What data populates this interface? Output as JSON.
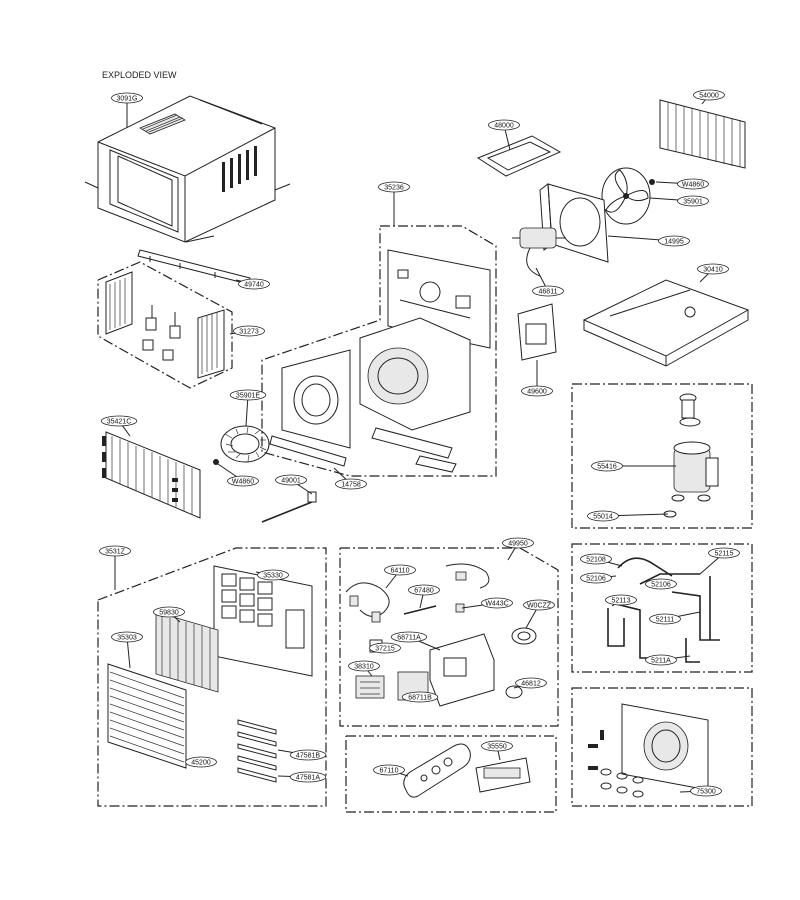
{
  "diagram": {
    "header": "EXPLODED VIEW",
    "parts": [
      {
        "id": "p1",
        "label": "3091G"
      },
      {
        "id": "p2",
        "label": "49740"
      },
      {
        "id": "p3",
        "label": "31273"
      },
      {
        "id": "p4",
        "label": "35421C"
      },
      {
        "id": "p5",
        "label": "35901E"
      },
      {
        "id": "p6",
        "label": "W4860"
      },
      {
        "id": "p7",
        "label": "49001"
      },
      {
        "id": "p8",
        "label": "14758"
      },
      {
        "id": "p9",
        "label": "35236"
      },
      {
        "id": "p10",
        "label": "48000"
      },
      {
        "id": "p11",
        "label": "54000"
      },
      {
        "id": "p12",
        "label": "W4860"
      },
      {
        "id": "p13",
        "label": "35901"
      },
      {
        "id": "p14",
        "label": "14995"
      },
      {
        "id": "p15",
        "label": "46811"
      },
      {
        "id": "p16",
        "label": "30410"
      },
      {
        "id": "p17",
        "label": "49600"
      },
      {
        "id": "p18",
        "label": "55416"
      },
      {
        "id": "p19",
        "label": "55014"
      },
      {
        "id": "p20",
        "label": "3531Z"
      },
      {
        "id": "p21",
        "label": "35330"
      },
      {
        "id": "p22",
        "label": "59830"
      },
      {
        "id": "p23",
        "label": "35303"
      },
      {
        "id": "p24",
        "label": "45200"
      },
      {
        "id": "p25",
        "label": "47581B"
      },
      {
        "id": "p26",
        "label": "47581A"
      },
      {
        "id": "p27",
        "label": "49950"
      },
      {
        "id": "p28",
        "label": "64110"
      },
      {
        "id": "p29",
        "label": "67480"
      },
      {
        "id": "p30",
        "label": "W443C"
      },
      {
        "id": "p31",
        "label": "W0CZZ"
      },
      {
        "id": "p32",
        "label": "68711A"
      },
      {
        "id": "p33",
        "label": "37215"
      },
      {
        "id": "p34",
        "label": "38310"
      },
      {
        "id": "p35",
        "label": "68711B"
      },
      {
        "id": "p36",
        "label": "46812"
      },
      {
        "id": "p37",
        "label": "67110"
      },
      {
        "id": "p38",
        "label": "35550"
      },
      {
        "id": "p39",
        "label": "52108"
      },
      {
        "id": "p40",
        "label": "52115"
      },
      {
        "id": "p41",
        "label": "52106"
      },
      {
        "id": "p42",
        "label": "52106"
      },
      {
        "id": "p43",
        "label": "52113"
      },
      {
        "id": "p44",
        "label": "52111"
      },
      {
        "id": "p45",
        "label": "5211A"
      },
      {
        "id": "p46",
        "label": "75300"
      }
    ]
  }
}
